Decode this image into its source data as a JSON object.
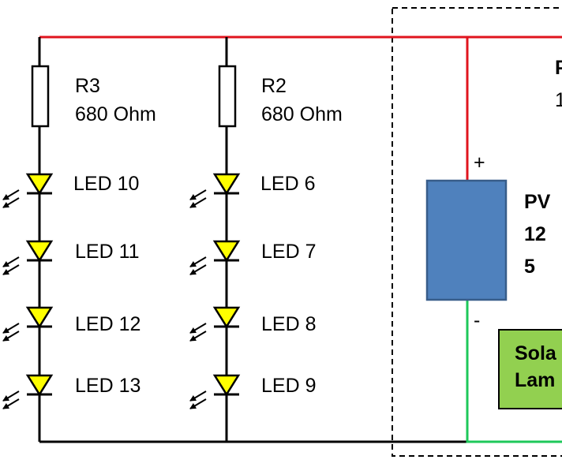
{
  "colors": {
    "positive_wire": "#e0141e",
    "ground_wire": "#000000",
    "solar_wire": "#1ec85a",
    "led_fill": "#ffff00",
    "pv_panel_fill": "#4f81bd",
    "pv_panel_stroke": "#385d8a",
    "lamp_box_fill": "#92d050",
    "boundary": "#000000"
  },
  "resistors": [
    {
      "name": "R3",
      "value": "680 Ohm"
    },
    {
      "name": "R2",
      "value": "680 Ohm"
    }
  ],
  "led_strings": [
    {
      "leds": [
        "LED 10",
        "LED 11",
        "LED 12",
        "LED 13"
      ]
    },
    {
      "leds": [
        "LED 6",
        "LED 7",
        "LED 8",
        "LED 9"
      ]
    }
  ],
  "pv_panel": {
    "title": "PV",
    "voltage": "12",
    "power": "5",
    "plus_label": "+",
    "minus_label": "-"
  },
  "top_right_label": {
    "line1": "P",
    "line2": "1"
  },
  "lamp_box": {
    "line1": "Sola",
    "line2": "Lam"
  }
}
